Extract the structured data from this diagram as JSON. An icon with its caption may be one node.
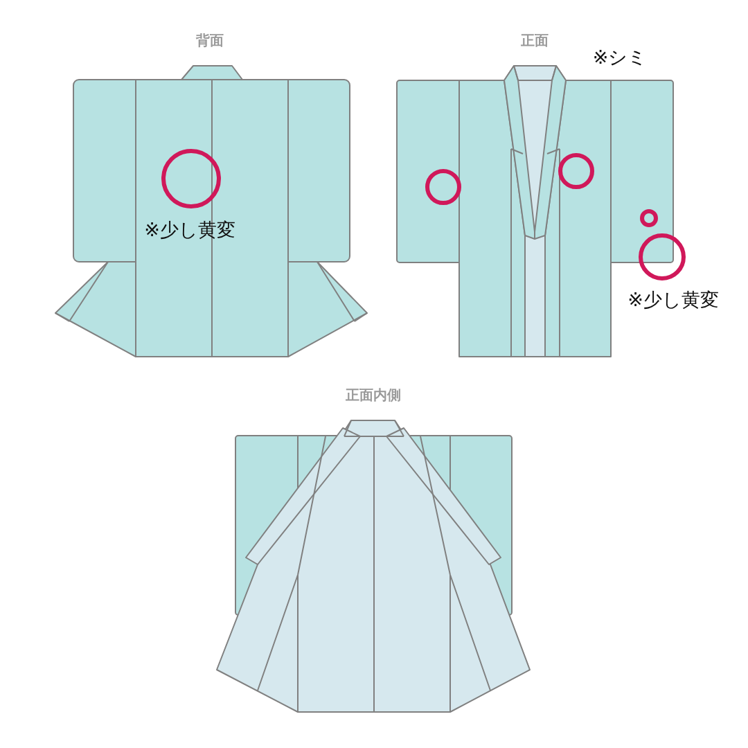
{
  "diagram": {
    "labels": [
      "背面",
      "正面",
      "※シミ",
      "※少し黄変",
      "※少し黄変",
      "正面内側"
    ]
  }
}
